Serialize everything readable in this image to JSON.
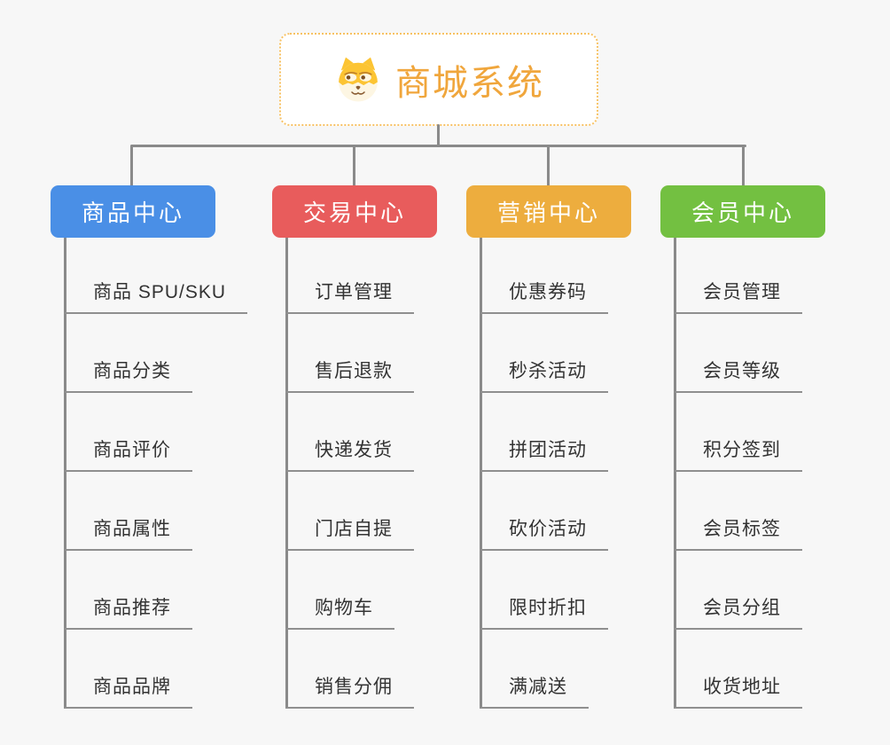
{
  "root": {
    "title": "商城系统",
    "icon": "shiba-dog-icon"
  },
  "branches": [
    {
      "label": "商品中心",
      "color": "#4a8fe6",
      "children": [
        "商品 SPU/SKU",
        "商品分类",
        "商品评价",
        "商品属性",
        "商品推荐",
        "商品品牌"
      ]
    },
    {
      "label": "交易中心",
      "color": "#e85c5c",
      "children": [
        "订单管理",
        "售后退款",
        "快递发货",
        "门店自提",
        "购物车",
        "销售分佣"
      ]
    },
    {
      "label": "营销中心",
      "color": "#edad3e",
      "children": [
        "优惠券码",
        "秒杀活动",
        "拼团活动",
        "砍价活动",
        "限时折扣",
        "满减送"
      ]
    },
    {
      "label": "会员中心",
      "color": "#73c041",
      "children": [
        "会员管理",
        "会员等级",
        "积分签到",
        "会员标签",
        "会员分组",
        "收货地址"
      ]
    }
  ],
  "colors": {
    "background": "#f7f7f7",
    "connector_line": "#8a8a8a",
    "leaf_underline": "#8f8f8f",
    "leaf_text": "#333333",
    "root_border": "#f7c264",
    "root_text": "#f0a63c",
    "branch_text": "#ffffff"
  }
}
